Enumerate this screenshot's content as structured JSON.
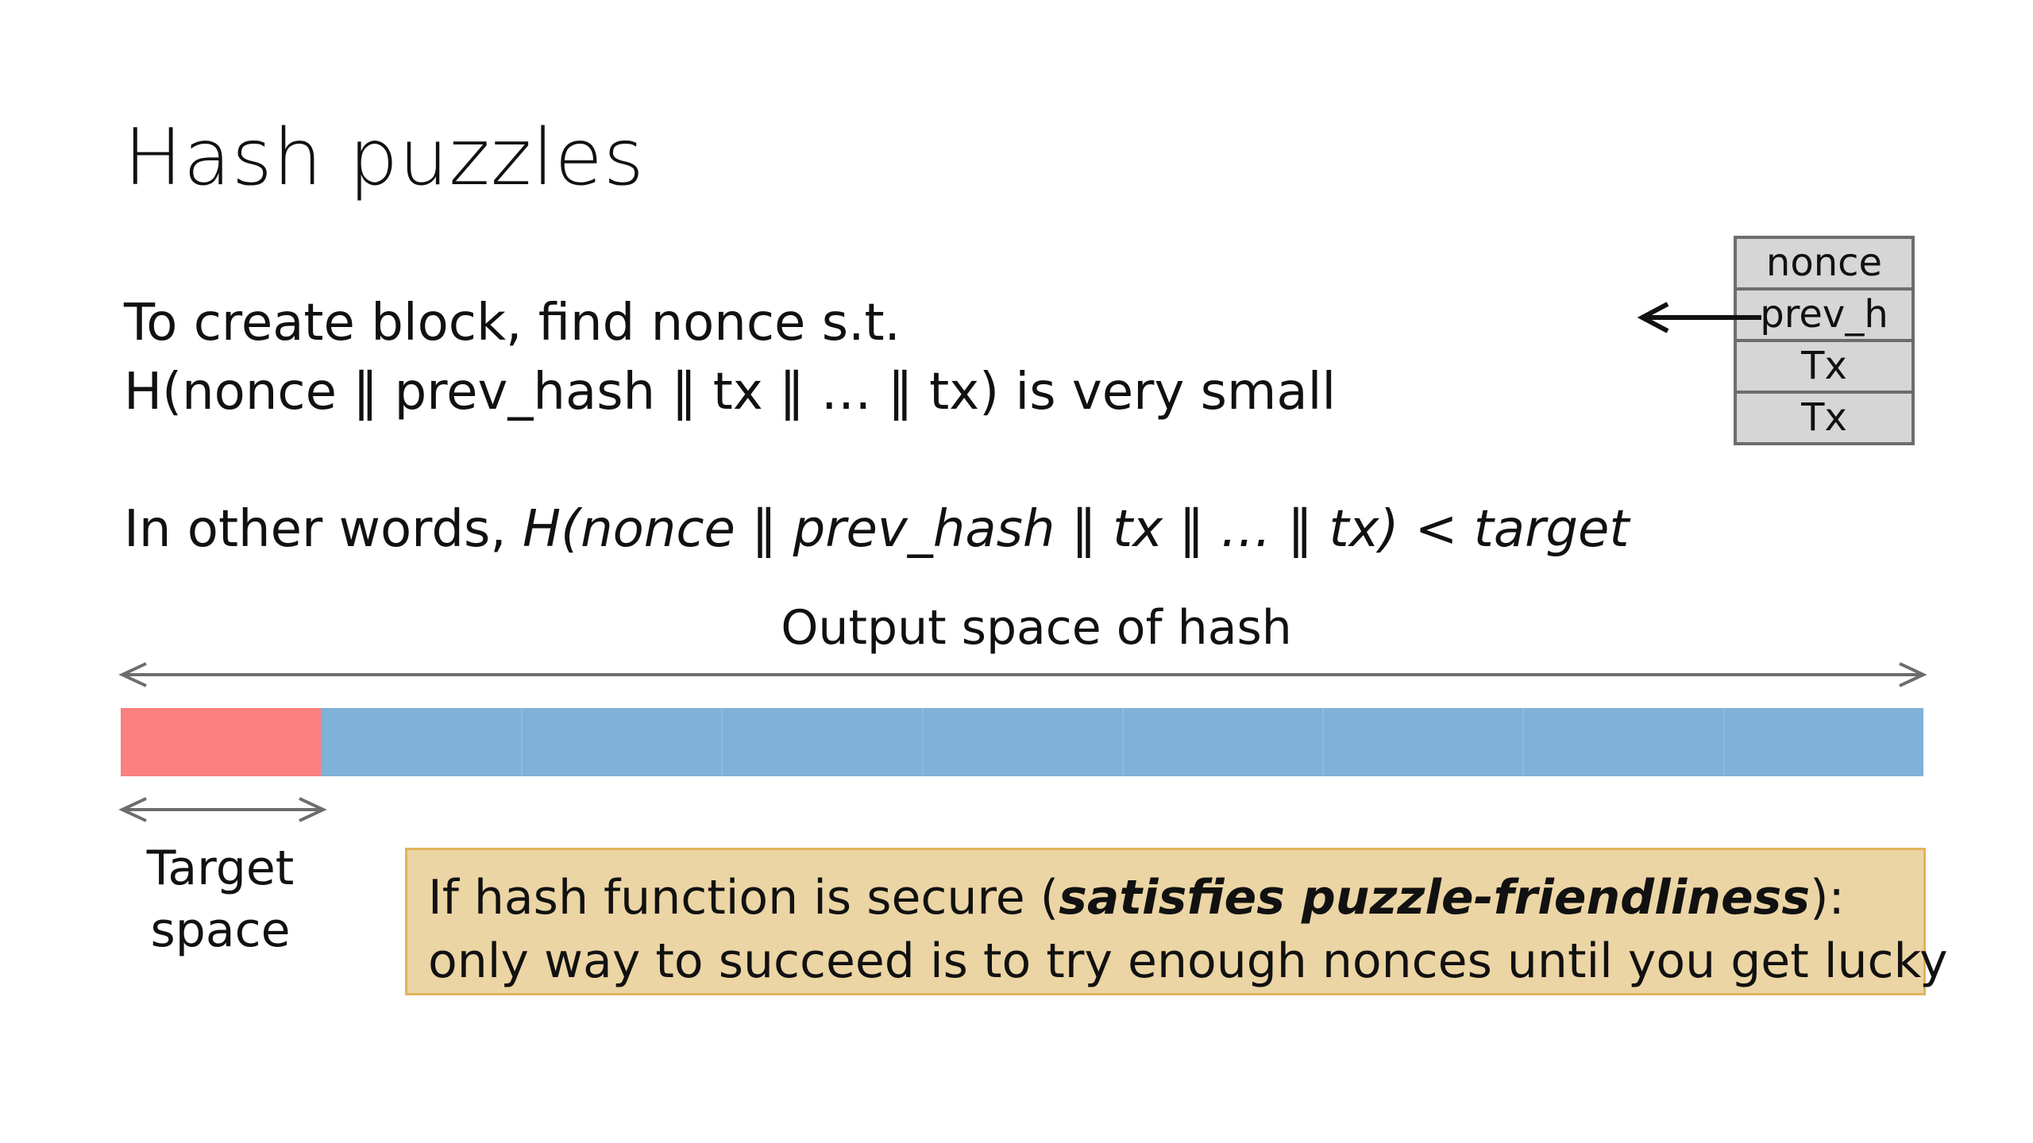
{
  "slide": {
    "title": "Hash puzzles",
    "line1": "To create block, find nonce s.t.",
    "line2": "H(nonce ‖ prev_hash ‖ tx ‖ … ‖ tx) is very small",
    "line3": {
      "prefix": "In other words, ",
      "formula_start": "H(nonce ‖ prev_hash ‖ tx ‖ … ‖ tx)",
      "operator": " < ",
      "formula_end": "target"
    }
  },
  "block": {
    "fields": [
      "nonce",
      "prev_h",
      "Tx",
      "Tx"
    ]
  },
  "output_space": {
    "label": "Output space of hash",
    "target_label_line1": "Target",
    "target_label_line2": "space",
    "target_fraction": 0.111,
    "colors": {
      "target": "#fa7f7f",
      "rest": "#80b1d8",
      "arrows": "#6d6d6d"
    }
  },
  "callout": {
    "line1_prefix": "If hash function is secure (",
    "line1_emphasis": "satisfies puzzle-friendliness",
    "line1_suffix": "):",
    "line2": "only way to succeed is to try enough nonces until you get lucky",
    "colors": {
      "fill": "#ecd5a4",
      "border": "#e0b45c"
    }
  }
}
